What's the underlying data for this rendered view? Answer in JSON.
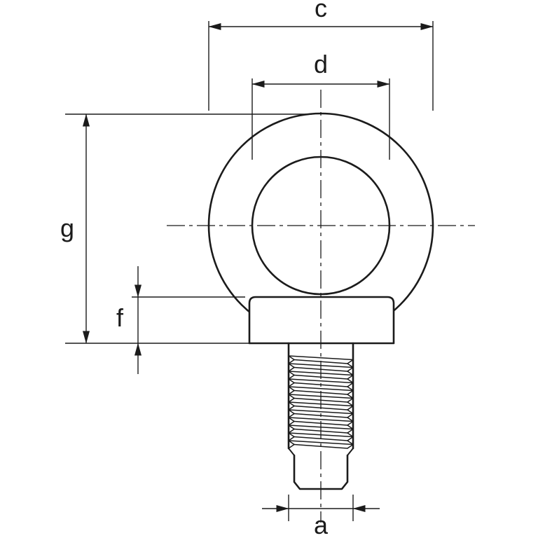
{
  "figure": {
    "kind": "technical-drawing",
    "subject": "lifting-eye-bolt-side-view"
  },
  "dimensions": {
    "c": "c",
    "d": "d",
    "g": "g",
    "f": "f",
    "a": "a"
  },
  "colors": {
    "line": "#1b1b1b",
    "background": "#ffffff"
  }
}
